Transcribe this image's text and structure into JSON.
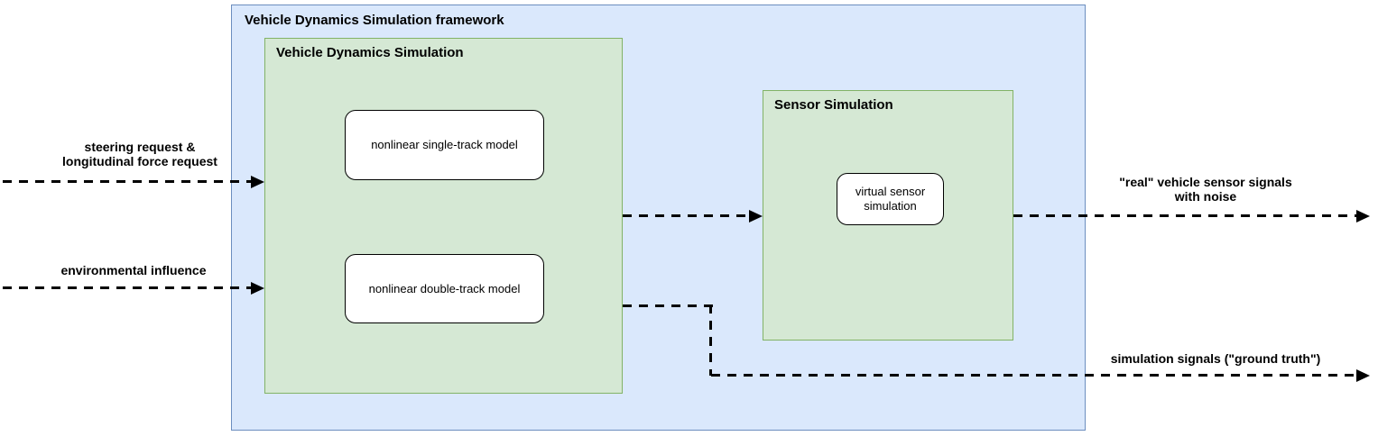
{
  "colors": {
    "framework-fill": "#dae8fc",
    "framework-border": "#6c8ebf",
    "group-fill": "#d5e8d4",
    "group-border": "#82b366",
    "node-fill": "#ffffff",
    "node-border": "#000000",
    "arrow": "#000000",
    "text": "#000000"
  },
  "framework": {
    "title": "Vehicle Dynamics Simulation framework"
  },
  "vehicle_dynamics_group": {
    "title": "Vehicle Dynamics Simulation",
    "nodes": [
      {
        "label": "nonlinear single-track model"
      },
      {
        "label": "nonlinear double-track model"
      }
    ]
  },
  "sensor_group": {
    "title": "Sensor Simulation",
    "node": {
      "label": "virtual sensor\nsimulation"
    }
  },
  "arrow_labels": {
    "steering": "steering request &\nlongitudinal force request",
    "environment": "environmental influence",
    "real_signals": "\"real\" vehicle sensor signals\nwith noise",
    "ground_truth": "simulation signals (\"ground truth\")"
  }
}
